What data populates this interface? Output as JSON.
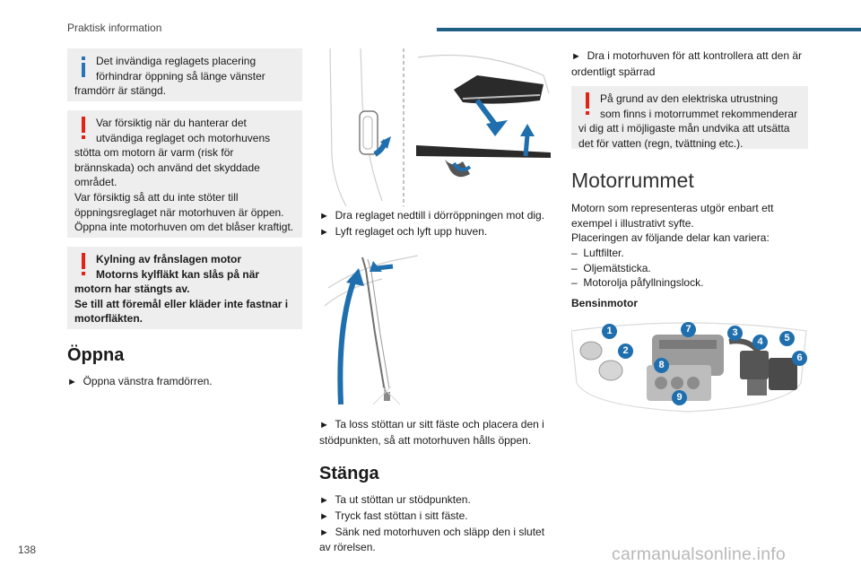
{
  "header": {
    "section_title": "Praktisk information",
    "accent_color": "#1f5f86"
  },
  "col1": {
    "note1": "Det invändiga reglagets placering förhindrar öppning så länge vänster framdörr är stängd.",
    "warn1_lines": [
      "Var försiktig när du hanterar det utvändiga reglaget och motorhuvens stötta om motorn är varm (risk för brännskada) och använd det skyddade området.",
      "Var försiktig så att du inte stöter till öppningsreglaget när motorhuven är öppen.",
      "Öppna inte motorhuven om det blåser kraftigt."
    ],
    "warn2_title": "Kylning av frånslagen motor",
    "warn2_lines": [
      "Motorns kylfläkt kan slås på när motorn har stängts av.",
      "Se till att föremål eller kläder inte fastnar i motorfläkten."
    ],
    "open_heading": "Öppna",
    "open_steps": [
      "Öppna vänstra framdörren."
    ]
  },
  "col2": {
    "steps_a": [
      "Dra reglaget nedtill i dörröppningen mot dig.",
      "Lyft reglaget och lyft upp huven."
    ],
    "steps_b": [
      "Ta loss stöttan ur sitt fäste och placera den i stödpunkten, så att motorhuven hålls öppen."
    ],
    "close_heading": "Stänga",
    "close_steps": [
      "Ta ut stöttan ur stödpunkten.",
      "Tryck fast stöttan i sitt fäste.",
      "Sänk ned motorhuven och släpp den i slutet av rörelsen."
    ]
  },
  "col3": {
    "steps": [
      "Dra i motorhuven för att kontrollera att den är ordentligt spärrad"
    ],
    "warn": "På grund av den elektriska utrustning som finns i motorrummet rekommenderar vi dig att i möjligaste mån undvika att utsätta det för vatten (regn, tvättning etc.).",
    "main_heading": "Motorrummet",
    "intro_lines": [
      "Motorn som representeras utgör enbart ett exempel i illustrativt syfte.",
      "Placeringen av följande delar kan variera:"
    ],
    "parts": [
      "Luftfilter.",
      "Oljemätsticka.",
      "Motorolja påfyllningslock."
    ],
    "sub_heading": "Bensinmotor",
    "engine_callouts": [
      "1",
      "2",
      "3",
      "4",
      "5",
      "6",
      "7",
      "8",
      "9"
    ]
  },
  "footer": {
    "page_number": "138",
    "watermark": "carmanualsonline.info"
  },
  "icons": {
    "arrow_glyph": "►",
    "dash_glyph": "–",
    "info_color": "#2a74b6",
    "warn_color": "#e2231a",
    "illustration_accent": "#1f6fae"
  }
}
